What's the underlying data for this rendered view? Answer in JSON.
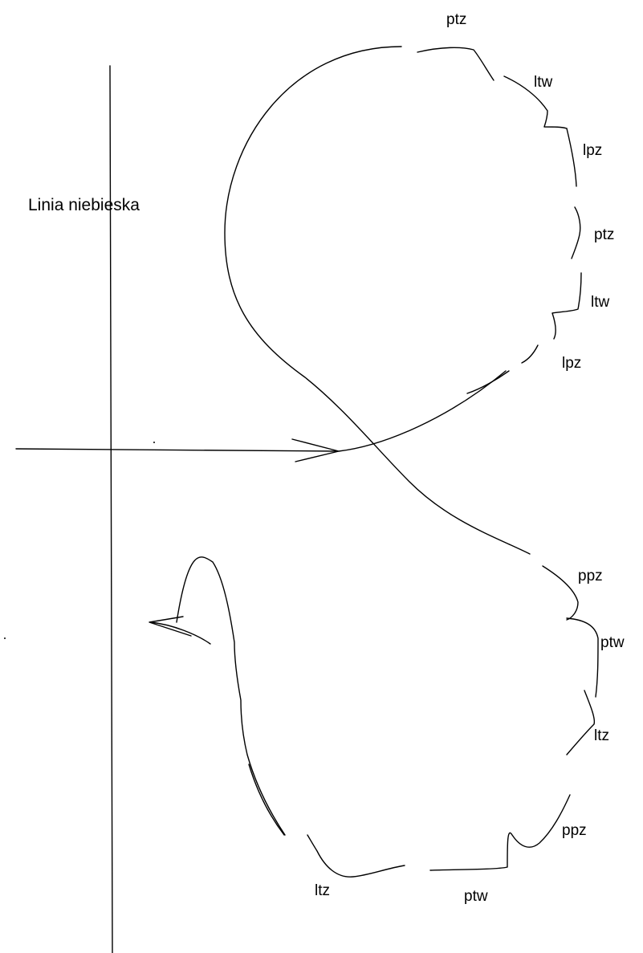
{
  "diagram": {
    "title_label": "Linia niebieska",
    "labels": [
      "ptz",
      "ltw",
      "lpz",
      "ptz",
      "ltw",
      "lpz",
      "ppz",
      "ptw",
      "ltz",
      "ppz",
      "ptw",
      "ltz"
    ],
    "stroke_color": "#000000",
    "background_color": "#ffffff"
  }
}
